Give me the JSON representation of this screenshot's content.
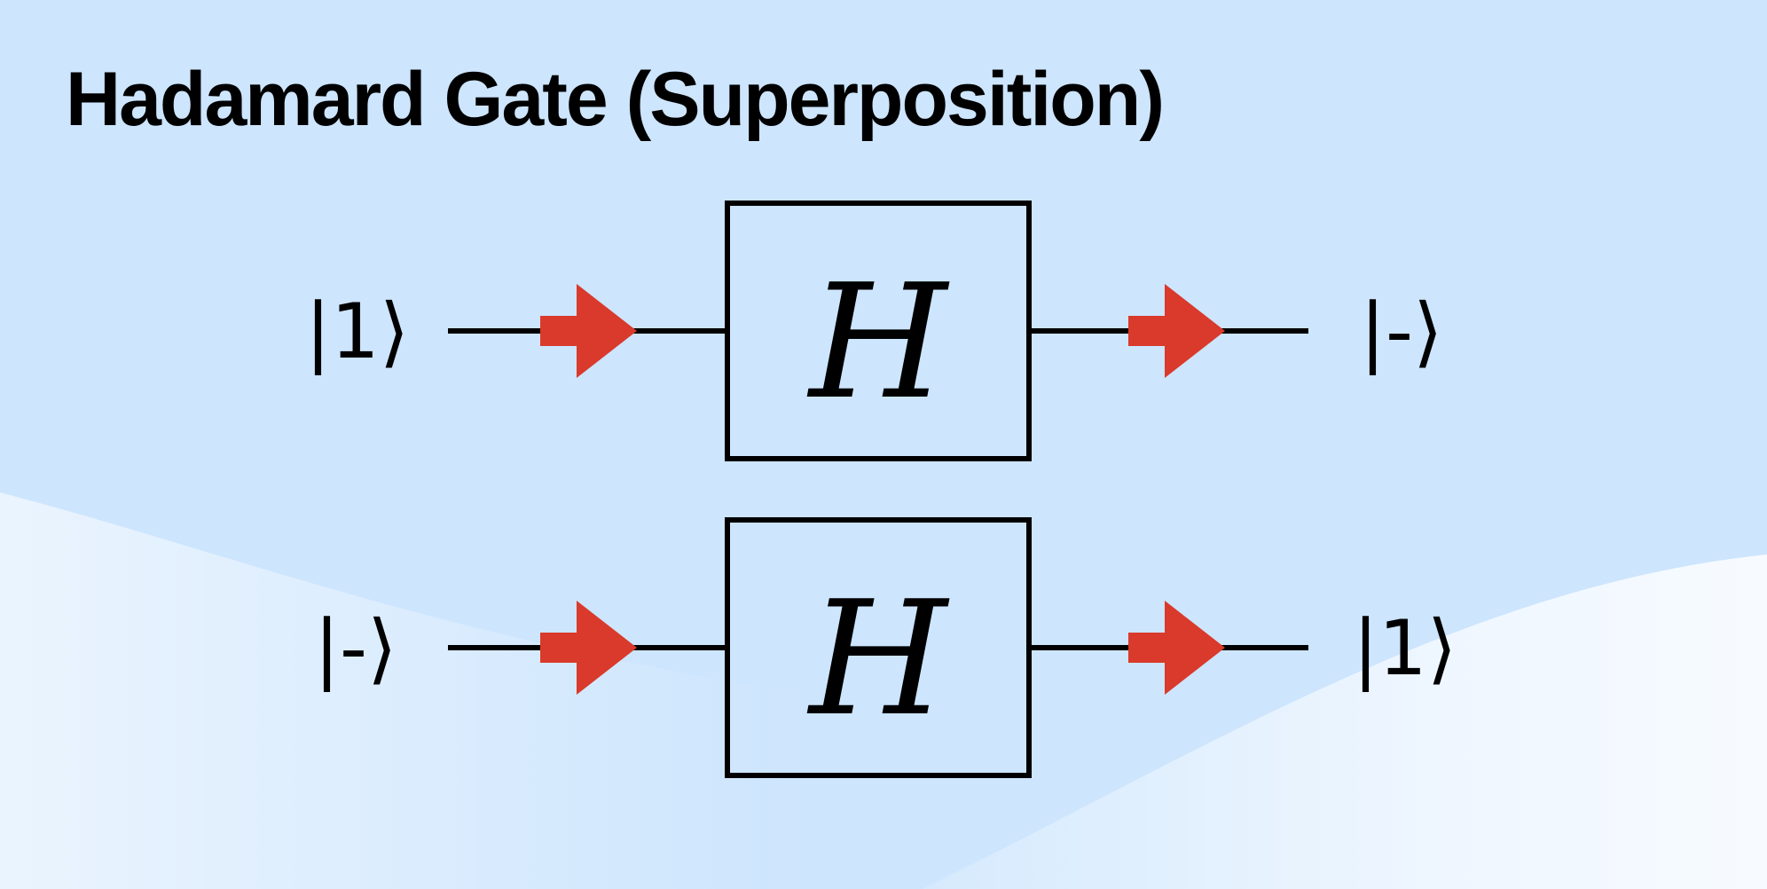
{
  "title": "Hadamard Gate (Superposition)",
  "colors": {
    "background": "#cde5fd",
    "background_light": "#f4f9ff",
    "arrow": "#d93a2b",
    "line": "#000000"
  },
  "rows": [
    {
      "input_ket": "|1⟩",
      "gate_label": "H",
      "output_ket": "|-⟩"
    },
    {
      "input_ket": "|-⟩",
      "gate_label": "H",
      "output_ket": "|1⟩"
    }
  ]
}
